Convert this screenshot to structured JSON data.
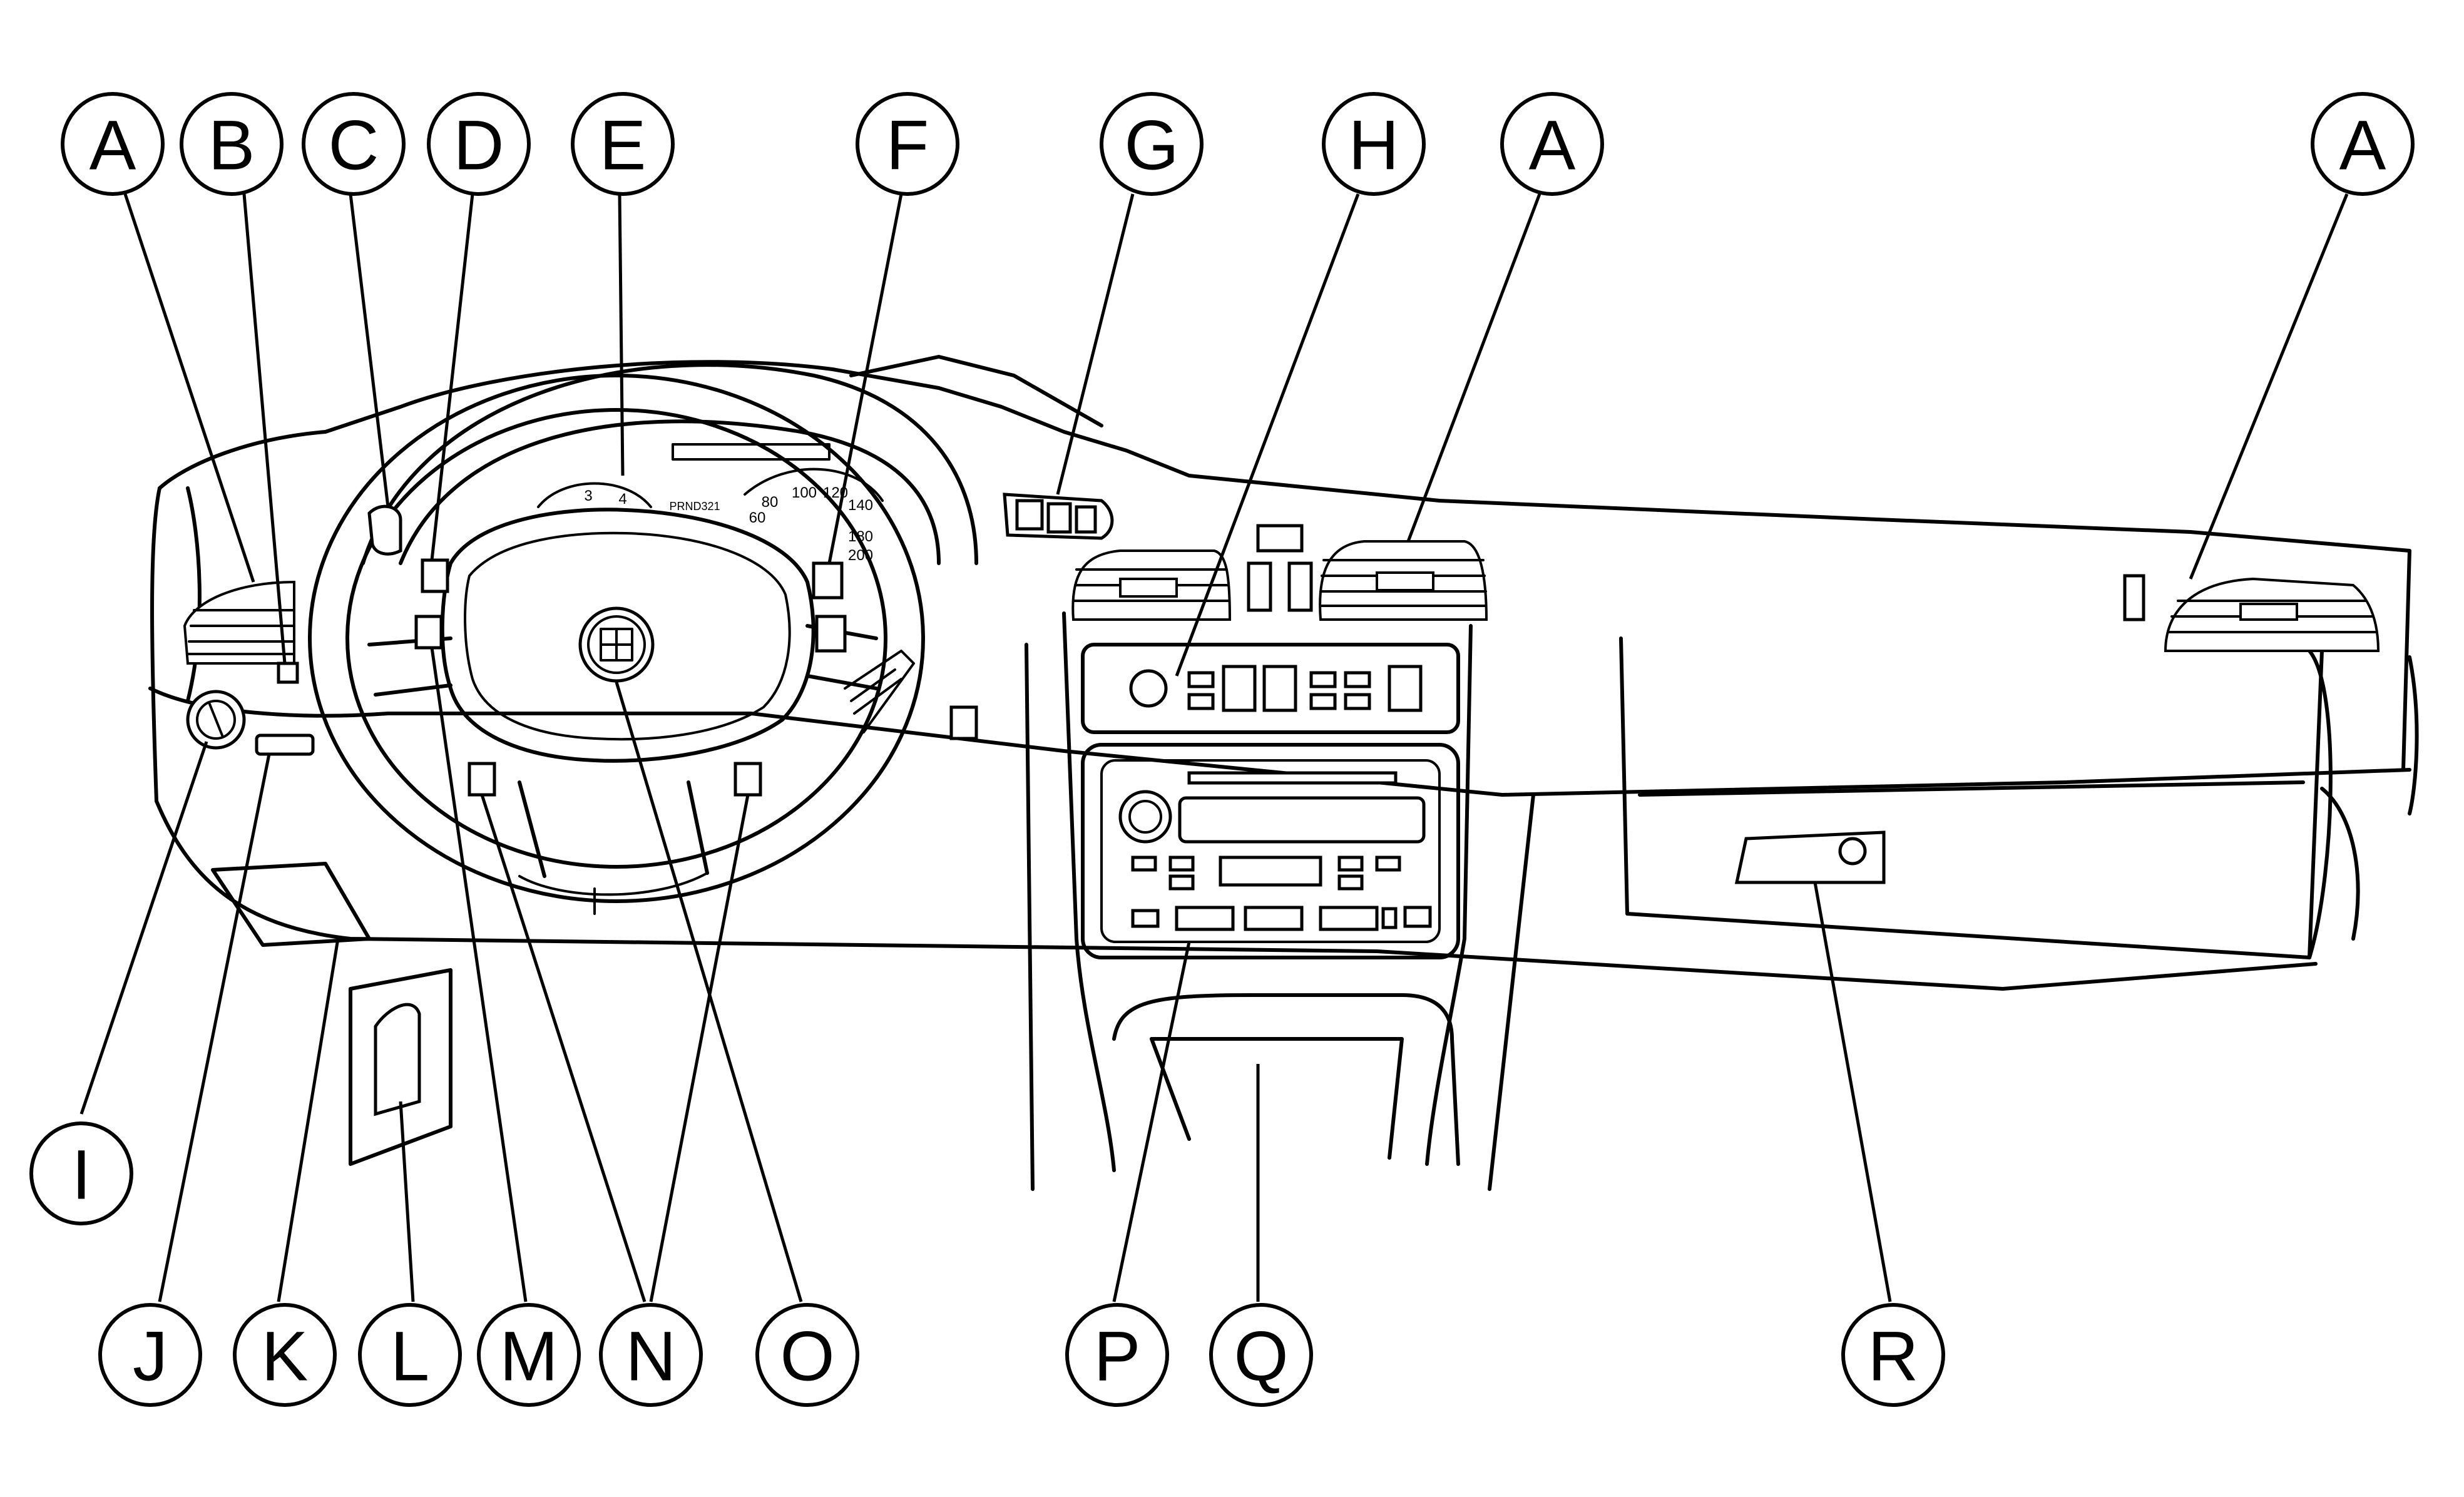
{
  "callouts": [
    {
      "label": "A"
    },
    {
      "label": "B"
    },
    {
      "label": "C"
    },
    {
      "label": "D"
    },
    {
      "label": "E"
    },
    {
      "label": "F"
    },
    {
      "label": "G"
    },
    {
      "label": "H"
    },
    {
      "label": "A"
    },
    {
      "label": "A"
    },
    {
      "label": "I"
    },
    {
      "label": "J"
    },
    {
      "label": "K"
    },
    {
      "label": "L"
    },
    {
      "label": "M"
    },
    {
      "label": "N"
    },
    {
      "label": "O"
    },
    {
      "label": "P"
    },
    {
      "label": "Q"
    },
    {
      "label": "R"
    }
  ],
  "gauges": {
    "tach_ticks": [
      "3",
      "4"
    ],
    "speed_ticks": [
      "60",
      "80",
      "100",
      "120",
      "140",
      "180",
      "200"
    ],
    "prndl": "PRND321"
  }
}
